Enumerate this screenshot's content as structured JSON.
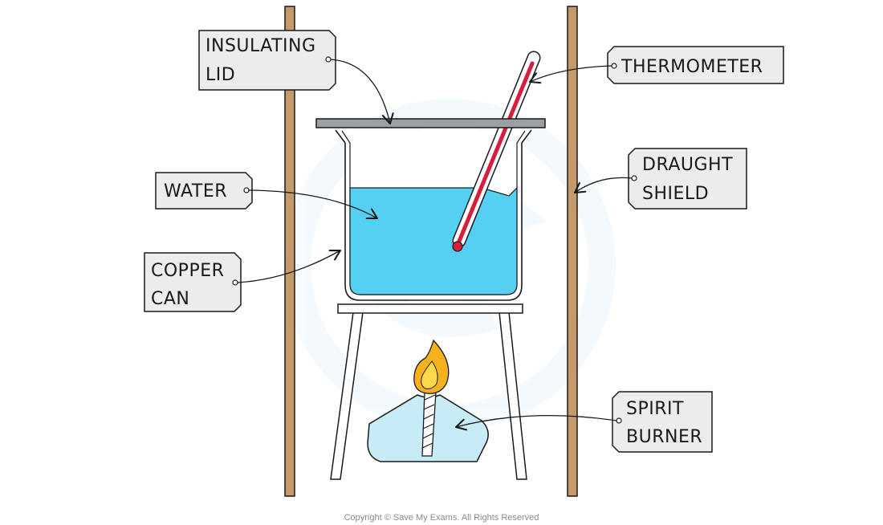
{
  "labels": {
    "insulating_lid": [
      "INSULATING",
      "LID"
    ],
    "thermometer": [
      "THERMOMETER"
    ],
    "water": [
      "WATER"
    ],
    "draught_shield": [
      "DRAUGHT",
      "SHIELD"
    ],
    "copper_can": [
      "COPPER",
      "CAN"
    ],
    "spirit_burner": [
      "SPIRIT",
      "BURNER"
    ]
  },
  "footer": {
    "copyright": "Copyright © Save My Exams. All Rights Reserved"
  },
  "colors": {
    "water": "#55d0f2",
    "water_edge": "#3db8de",
    "lid": "#9aa0a3",
    "rod": "#c39a6b",
    "thermo_red": "#d61f3c",
    "burner": "#c7ecf8",
    "flame_outer": "#f5b21c",
    "flame_inner": "#ffd84a",
    "tag_fill": "#ececec"
  },
  "icons": {
    "flame": "flame-icon",
    "tag_hole": "tag-hole-icon"
  }
}
